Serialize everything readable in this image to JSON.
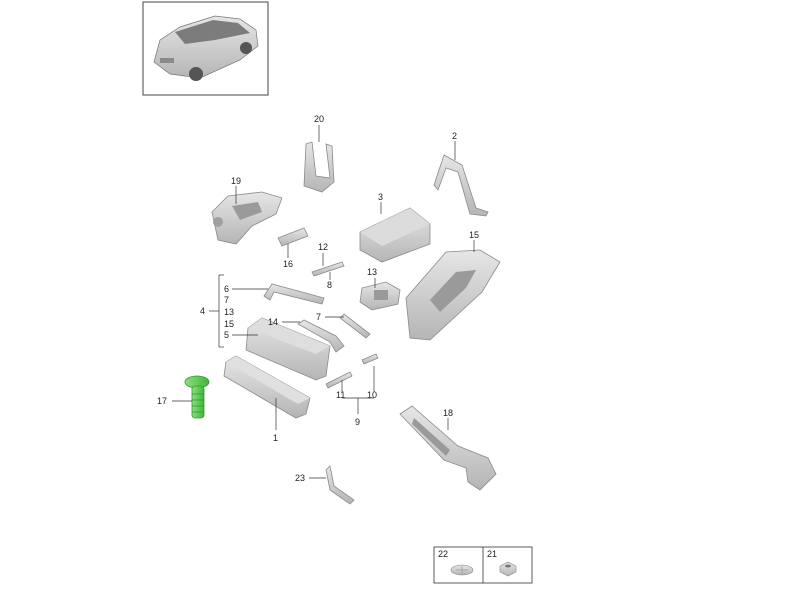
{
  "callouts": {
    "c1": "1",
    "c2": "2",
    "c3": "3",
    "c4": "4",
    "c5": "5",
    "c6": "6",
    "c7a": "7",
    "c7b": "7",
    "c8": "8",
    "c9": "9",
    "c10": "10",
    "c11": "11",
    "c12": "12",
    "c13a": "13",
    "c13b": "13",
    "c14": "14",
    "c15a": "15",
    "c15b": "15",
    "c16": "16",
    "c17": "17",
    "c18": "18",
    "c19": "19",
    "c20": "20",
    "c21": "21",
    "c22": "22",
    "c23": "23"
  },
  "colors": {
    "part_fill": "#c9c9c9",
    "part_shadow": "#a8a8a8",
    "highlight": "#5fcf5a",
    "highlight_dark": "#2f9a2c"
  }
}
